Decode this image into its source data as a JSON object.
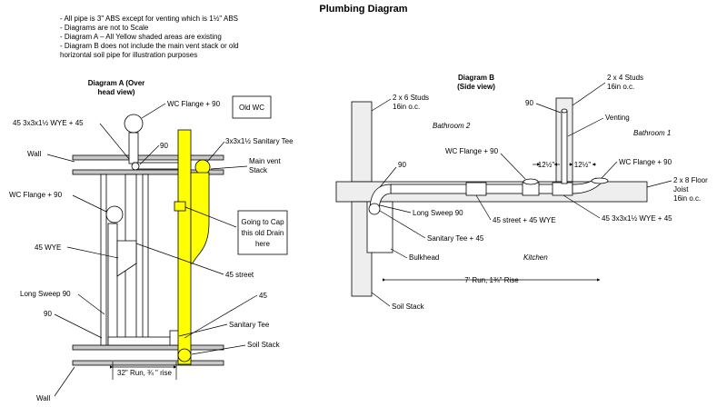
{
  "title": "Plumbing Diagram",
  "notes": [
    "- All pipe is 3\" ABS except for venting which is 1½\" ABS",
    "- Diagrams are not to Scale",
    "- Diagram A – All Yellow shaded areas are existing",
    "- Diagram B does not include the main vent stack or old",
    "horizontal soil pipe for illustration purposes"
  ],
  "colors": {
    "existing_pipe": "#ffff00",
    "joist": "#c8c8c8",
    "line": "#000000"
  },
  "diagram_a": {
    "title_line1": "Diagram A (Over",
    "title_line2": "head view)",
    "labels": {
      "wye_45_top": "45 3x3x1½ WYE + 45",
      "wc_flange_top": "WC Flange + 90",
      "old_wc": "Old WC",
      "ninety_top": "90",
      "sanitary_tee_top": "3x3x1½ Sanitary Tee",
      "wall_top": "Wall",
      "main_vent_1": "Main vent",
      "main_vent_2": "Stack",
      "wc_flange_left": "WC Flange + 90",
      "cap_1": "Going to Cap",
      "cap_2": "this old Drain",
      "cap_3": "here",
      "wye_45": "45 WYE",
      "street_45": "45 street",
      "long_sweep": "Long Sweep 90",
      "forty_five": "45",
      "ninety_bottom": "90",
      "sanitary_tee": "Sanitary Tee",
      "soil_stack": "Soil Stack",
      "run": "32\" Run, ¾ \" rise",
      "wall_bottom": "Wall"
    }
  },
  "diagram_b": {
    "title_line1": "Diagram B",
    "title_line2": "(Side view)",
    "labels": {
      "studs_2x6_1": "2 x 6 Studs",
      "studs_2x6_2": "16in o.c.",
      "studs_2x4_1": "2 x 4 Studs",
      "studs_2x4_2": "16in o.c.",
      "ninety_top": "90",
      "venting": "Venting",
      "bathroom2": "Bathroom 2",
      "bathroom1": "Bathroom 1",
      "wc_flange_left": "WC Flange + 90",
      "dim_left": "12½\"",
      "dim_right": "12½\"",
      "wc_flange_right": "WC Flange + 90",
      "ninety_left": "90",
      "floor_joist_1": "2 x 8 Floor",
      "floor_joist_2": "Joist",
      "floor_joist_3": "16in o.c.",
      "long_sweep": "Long Sweep 90",
      "street_45": "45 street + 45 WYE",
      "wye_3x3": "45 3x3x1½ WYE + 45",
      "sanitary_tee": "Sanitary Tee + 45",
      "bulkhead": "Bulkhead",
      "kitchen": "Kitchen",
      "run": "7' Run, 1¾\" Rise",
      "soil_stack": "Soil Stack"
    }
  }
}
